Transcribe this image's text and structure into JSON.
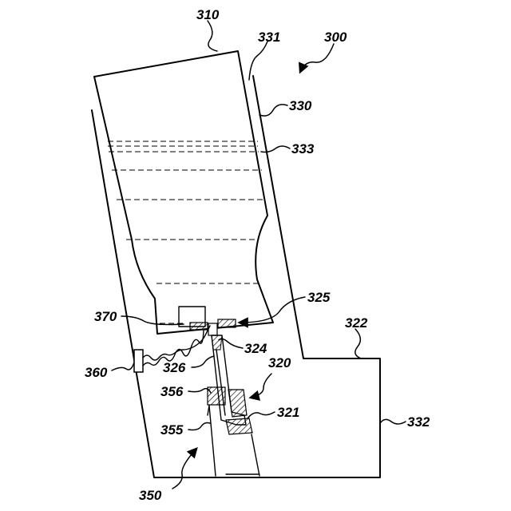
{
  "labels": {
    "l300": "300",
    "l310": "310",
    "l320": "320",
    "l321": "321",
    "l322": "322",
    "l324": "324",
    "l325": "325",
    "l326": "326",
    "l330": "330",
    "l331": "331",
    "l332": "332",
    "l333": "333",
    "l350": "350",
    "l355": "355",
    "l356": "356",
    "l360": "360",
    "l370": "370"
  }
}
